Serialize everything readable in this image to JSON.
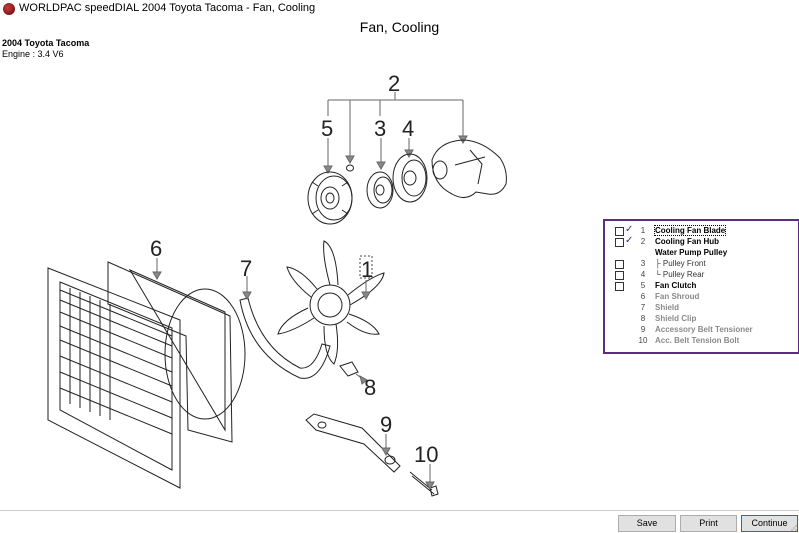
{
  "window": {
    "title": "WORLDPAC speedDIAL 2004 Toyota Tacoma - Fan, Cooling"
  },
  "page": {
    "title": "Fan, Cooling"
  },
  "vehicle": {
    "name": "2004 Toyota Tacoma",
    "engine": "Engine : 3.4 V6"
  },
  "diagram": {
    "callouts": [
      "1",
      "2",
      "3",
      "4",
      "5",
      "6",
      "7",
      "8",
      "9",
      "10"
    ]
  },
  "parts": [
    {
      "checkbox": true,
      "checked": true,
      "num": "1",
      "name": "Cooling Fan Blade",
      "style": "bold",
      "selected": true
    },
    {
      "checkbox": true,
      "checked": true,
      "num": "2",
      "name": "Cooling Fan Hub",
      "style": "bold"
    },
    {
      "checkbox": false,
      "checked": false,
      "num": "",
      "name": "Water Pump Pulley",
      "style": "bold"
    },
    {
      "checkbox": true,
      "checked": false,
      "num": "3",
      "name": "├ Pulley Front",
      "style": "sub"
    },
    {
      "checkbox": true,
      "checked": false,
      "num": "4",
      "name": "└ Pulley Rear",
      "style": "sub"
    },
    {
      "checkbox": true,
      "checked": false,
      "num": "5",
      "name": "Fan Clutch",
      "style": "bold"
    },
    {
      "checkbox": false,
      "checked": false,
      "num": "6",
      "name": "Fan Shroud",
      "style": "grey"
    },
    {
      "checkbox": false,
      "checked": false,
      "num": "7",
      "name": "Shield",
      "style": "grey"
    },
    {
      "checkbox": false,
      "checked": false,
      "num": "8",
      "name": "Shield Clip",
      "style": "grey"
    },
    {
      "checkbox": false,
      "checked": false,
      "num": "9",
      "name": "Accessory Belt Tensioner",
      "style": "grey"
    },
    {
      "checkbox": false,
      "checked": false,
      "num": "10",
      "name": "Acc. Belt Tension Bolt",
      "style": "grey"
    }
  ],
  "buttons": {
    "save": "Save",
    "print": "Print",
    "continue": "Continue"
  },
  "colors": {
    "panel_border": "#5a2d82",
    "checkmark": "#3a2a8a",
    "disabled_text": "#8a8a8a"
  }
}
